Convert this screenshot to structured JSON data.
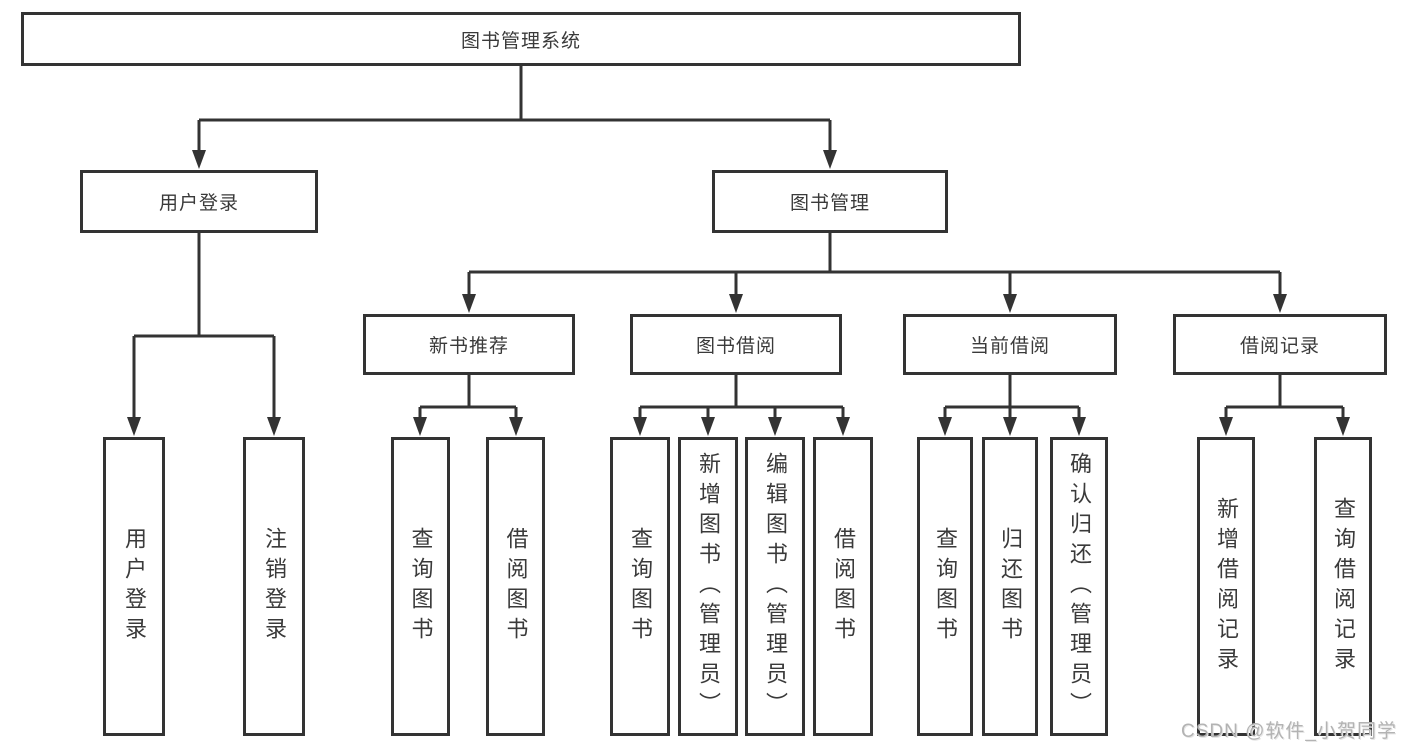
{
  "title": "图书管理系统",
  "watermark": "CSDN @软件_小贺同学",
  "colors": {
    "line": "#333333",
    "border": "#333333",
    "text": "#3a3a3a",
    "watermark": "#b3b3b3",
    "background": "#ffffff"
  },
  "tree": {
    "root": {
      "label": "图书管理系统",
      "children": [
        {
          "label": "用户登录",
          "children": [
            {
              "label": "用户登录"
            },
            {
              "label": "注销登录"
            }
          ]
        },
        {
          "label": "图书管理",
          "children": [
            {
              "label": "新书推荐",
              "children": [
                {
                  "label": "查询图书"
                },
                {
                  "label": "借阅图书"
                }
              ]
            },
            {
              "label": "图书借阅",
              "children": [
                {
                  "label": "查询图书"
                },
                {
                  "label": "新增图书（管理员）"
                },
                {
                  "label": "编辑图书（管理员）"
                },
                {
                  "label": "借阅图书"
                }
              ]
            },
            {
              "label": "当前借阅",
              "children": [
                {
                  "label": "查询图书"
                },
                {
                  "label": "归还图书"
                },
                {
                  "label": "确认归还（管理员）"
                }
              ]
            },
            {
              "label": "借阅记录",
              "children": [
                {
                  "label": "新增借阅记录"
                },
                {
                  "label": "查询借阅记录"
                }
              ]
            }
          ]
        }
      ]
    }
  }
}
